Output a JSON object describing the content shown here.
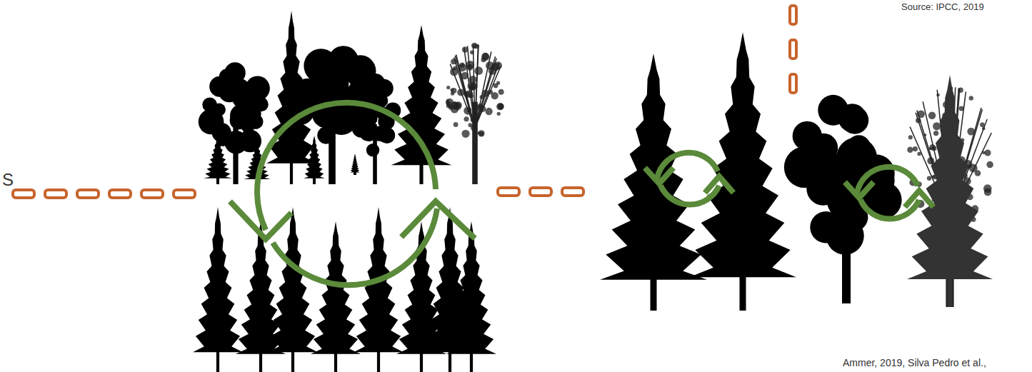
{
  "diagram": {
    "labels": [
      "Source: IPCC, 2019",
      "Ammer, 2019, Silva Pedro et al.,",
      "S"
    ]
  }
}
